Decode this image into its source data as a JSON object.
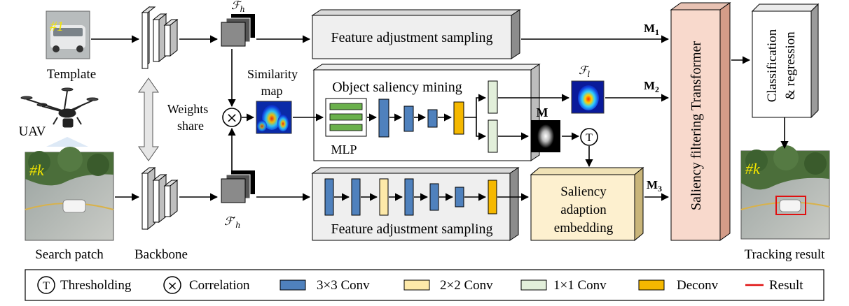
{
  "labels": {
    "template": "Template",
    "uav": "UAV",
    "search_patch": "Search patch",
    "backbone": "Backbone",
    "weights_share_1": "Weights",
    "weights_share_2": "share",
    "similarity_1": "Similarity",
    "similarity_2": "map",
    "mlp": "MLP",
    "tracking_result": "Tracking result",
    "frame_top": "#1",
    "frame_search": "#k",
    "frame_result": "#k"
  },
  "feature_maps": {
    "fh": "ℱ",
    "fh_sub": "h",
    "fh_prime": "ℱ′",
    "fh_prime_sub": "h",
    "fl": "ℱ",
    "fl_sub": "l"
  },
  "modules": {
    "fas_top": "Feature adjustment sampling",
    "fas_bottom": "Feature adjustment sampling",
    "osm": "Object saliency mining",
    "sae_1": "Saliency",
    "sae_2": "adaption",
    "sae_3": "embedding",
    "sft": "Saliency filtering Transformer",
    "cls_1": "Classification",
    "cls_2": "& regression",
    "mask": "M"
  },
  "outputs": {
    "m1": "M",
    "m1_sub": "1",
    "m2": "M",
    "m2_sub": "2",
    "m3": "M",
    "m3_sub": "3"
  },
  "symbols": {
    "threshold": "T",
    "correlation": "×"
  },
  "legend": {
    "threshold": "Thresholding",
    "correlation": "Correlation",
    "conv3": "3×3  Conv",
    "conv2": "2×2 Conv",
    "conv1": "1×1 Conv",
    "deconv": "Deconv",
    "result": "Result"
  },
  "colors": {
    "conv3": "#4f81bd",
    "conv2": "#fde9a9",
    "conv1": "#e2efda",
    "deconv": "#f5b800",
    "result": "#e01010",
    "sft": "#f8d9cc",
    "sae": "#fdf0cf",
    "mlp": "#6ab04c"
  }
}
